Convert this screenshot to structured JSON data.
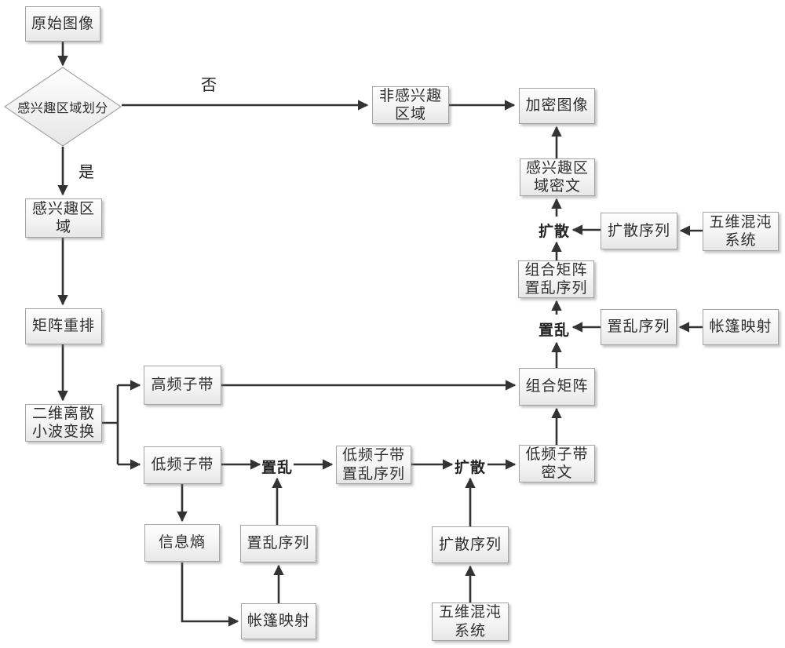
{
  "diagram": {
    "title_hint": "image ROI encryption flowchart",
    "nodes": {
      "original_image": "原始图像",
      "roi_division": "感兴趣区域划分",
      "non_roi": "非感兴趣区域",
      "encrypted_image": "加密图像",
      "roi_cipher": "感兴趣区域密文",
      "diffusion_seq_right": "扩散序列",
      "chaos_right": "五维混沌系统",
      "combined_scramble_seq": "组合矩阵置乱序列",
      "scramble_seq_right": "置乱序列",
      "tent_map_right": "帐篷映射",
      "roi": "感兴趣区域",
      "matrix_rearrange": "矩阵重排",
      "dwt": "二维离散小波变换",
      "high_freq": "高频子带",
      "combined_matrix": "组合矩阵",
      "low_freq": "低频子带",
      "low_freq_scramble_seq": "低频子带置乱序列",
      "low_freq_cipher": "低频子带密文",
      "entropy": "信息熵",
      "scramble_seq_bottom": "置乱序列",
      "tent_map_bottom": "帐篷映射",
      "diffusion_seq_bottom": "扩散序列",
      "chaos_bottom": "五维混沌系统"
    },
    "labels": {
      "no": "否",
      "yes": "是",
      "scramble_right": "置乱",
      "diffusion_right": "扩散",
      "scramble_mid": "置乱",
      "diffusion_mid": "扩散"
    },
    "colors": {
      "box_border": "#a3a3a3",
      "box_fill_top": "#fefefe",
      "box_fill_bottom": "#e7e7e7",
      "arrow": "#333333",
      "text": "#2e2e2e",
      "background": "#ffffff"
    }
  }
}
